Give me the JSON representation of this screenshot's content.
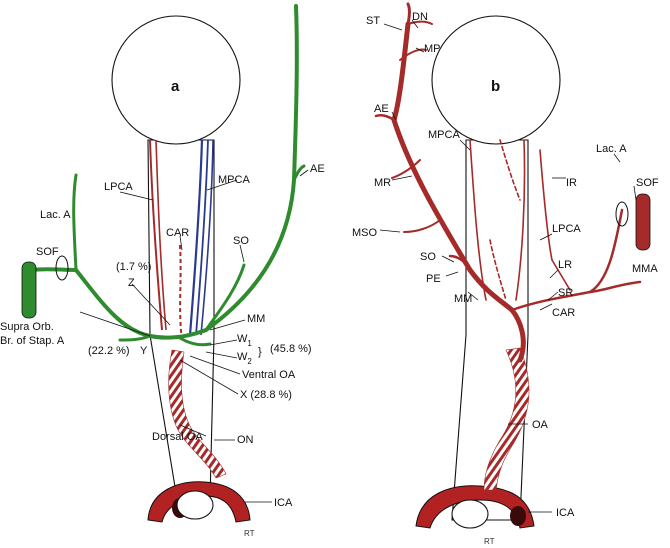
{
  "panel_a": {
    "letter": "a",
    "labels": {
      "lac_a": "Lac. A",
      "lpca": "LPCA",
      "mpca": "MPCA",
      "ae": "AE",
      "car": "CAR",
      "so": "SO",
      "sof": "SOF",
      "pct_1_7": "(1.7 %)",
      "z": "Z",
      "mm": "MM",
      "w1": "W",
      "w1_sub": "1",
      "w2": "W",
      "w2_sub": "2",
      "pct_45_8": "(45.8 %)",
      "supra_orb_1": "Supra Orb.",
      "supra_orb_2": "Br. of Stap. A",
      "pct_22_2": "(22.2 %)",
      "y": "Y",
      "ventral_oa": "Ventral OA",
      "x_pct": "X (28.8 %)",
      "dorsal_oa": "Dorsal OA",
      "on": "ON",
      "ica": "ICA",
      "signature": "RT"
    }
  },
  "panel_b": {
    "letter": "b",
    "labels": {
      "st": "ST",
      "dn": "DN",
      "mp": "MP",
      "ae": "AE",
      "mpca": "MPCA",
      "lac_a": "Lac. A",
      "mr": "MR",
      "ir": "IR",
      "sof": "SOF",
      "mso": "MSO",
      "lpca": "LPCA",
      "so": "SO",
      "lr": "LR",
      "pe": "PE",
      "mma": "MMA",
      "mm": "MM",
      "sr": "SR",
      "car": "CAR",
      "oa": "OA",
      "ica": "ICA",
      "signature": "RT"
    }
  },
  "colors": {
    "green_vessel": "#2e8b2e",
    "red_vessel": "#a52a2a",
    "blue_vessel": "#2b3a8f",
    "ica_red": "#b22222",
    "outline": "#111111"
  }
}
